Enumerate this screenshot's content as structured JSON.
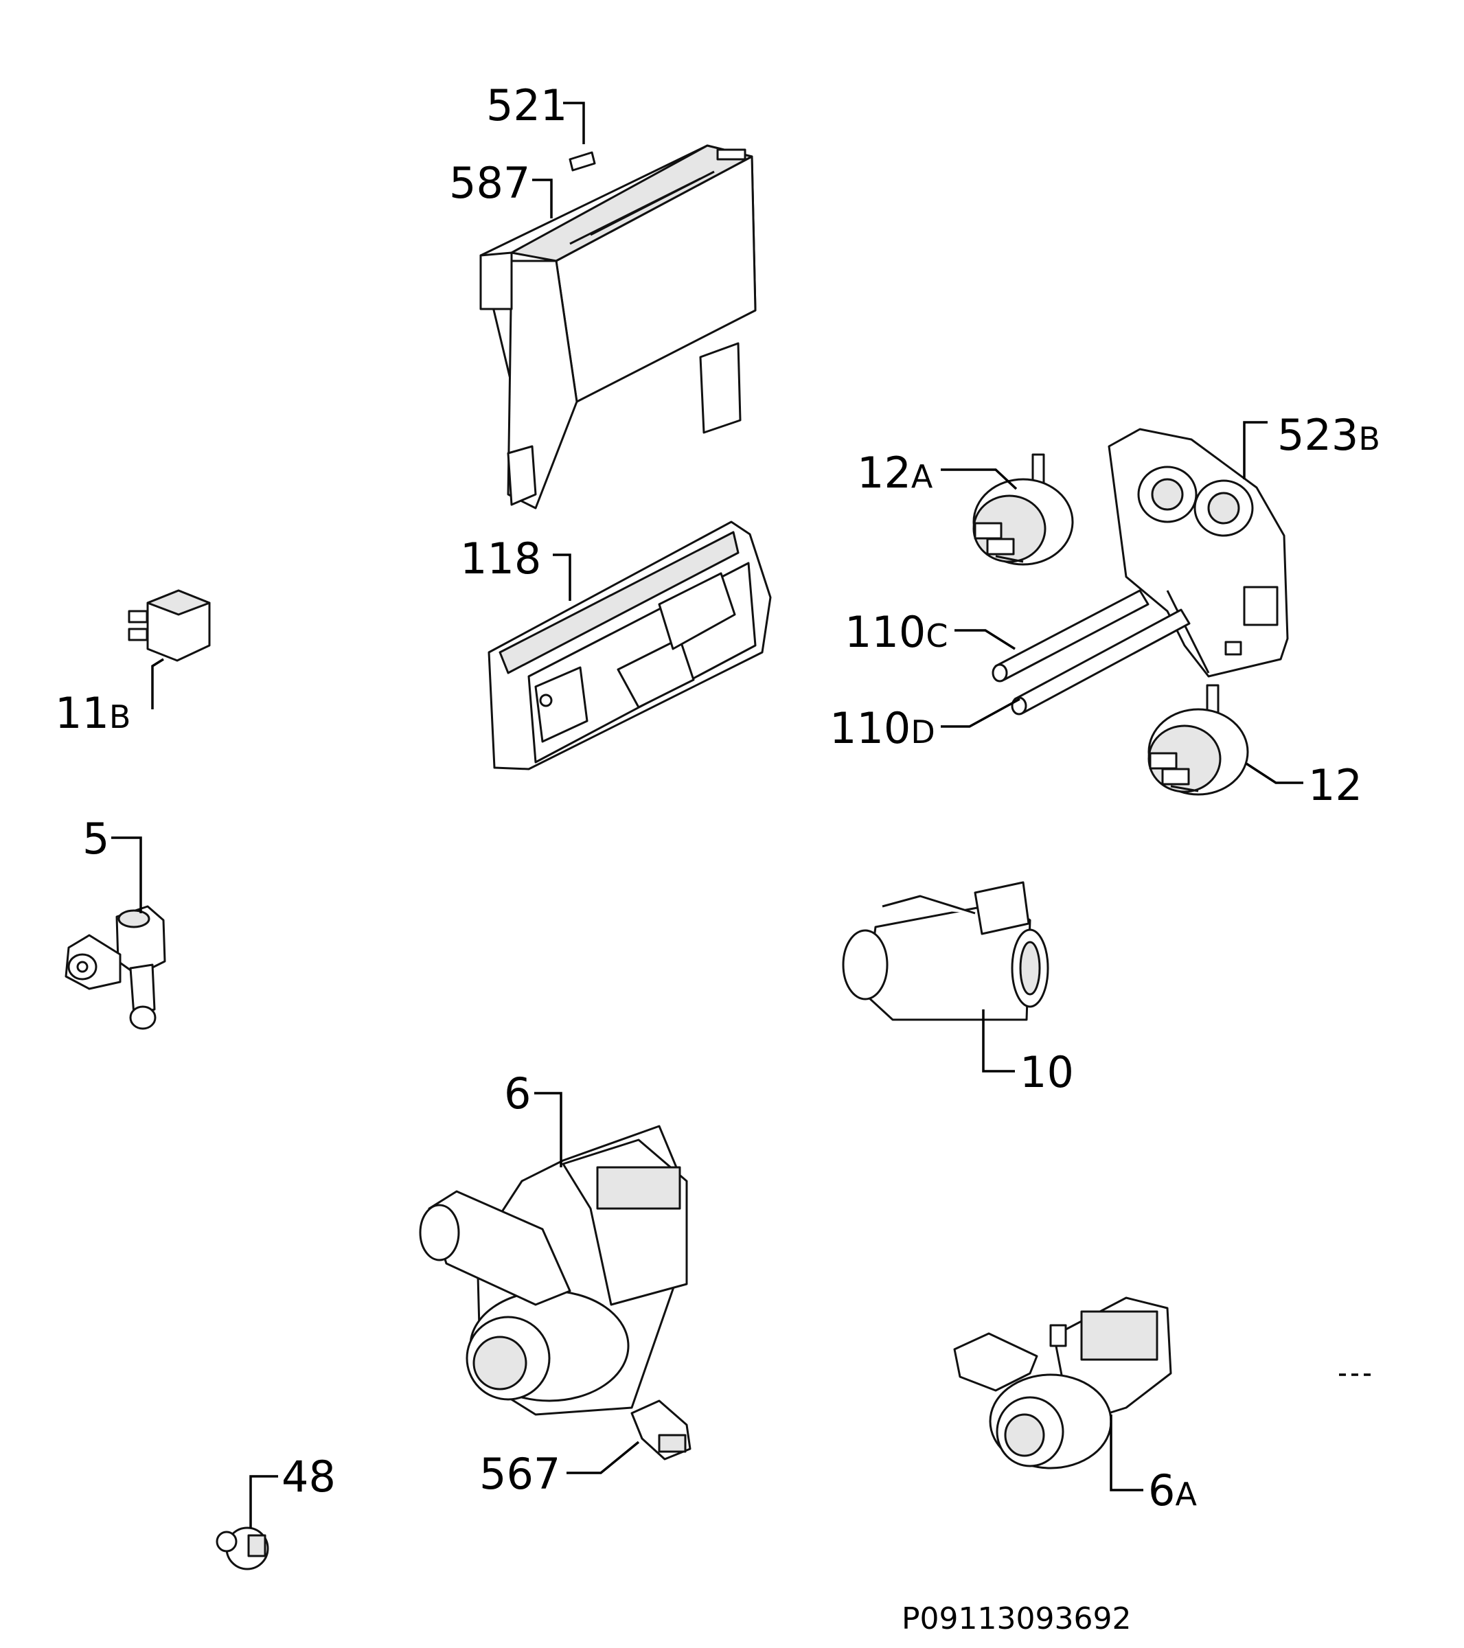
{
  "labels": {
    "p521": {
      "num": "521",
      "suffix": ""
    },
    "p587": {
      "num": "587",
      "suffix": ""
    },
    "p523b": {
      "num": "523",
      "suffix": "B"
    },
    "p12a": {
      "num": "12",
      "suffix": "A"
    },
    "p118": {
      "num": "118",
      "suffix": ""
    },
    "p110c": {
      "num": "110",
      "suffix": "C"
    },
    "p110d": {
      "num": "110",
      "suffix": "D"
    },
    "p11b": {
      "num": "11",
      "suffix": "B"
    },
    "p12": {
      "num": "12",
      "suffix": ""
    },
    "p5": {
      "num": "5",
      "suffix": ""
    },
    "p10": {
      "num": "10",
      "suffix": ""
    },
    "p6": {
      "num": "6",
      "suffix": ""
    },
    "p567": {
      "num": "567",
      "suffix": ""
    },
    "p48": {
      "num": "48",
      "suffix": ""
    },
    "p6a": {
      "num": "6",
      "suffix": "A"
    }
  },
  "drawing_code": "P09113093692"
}
